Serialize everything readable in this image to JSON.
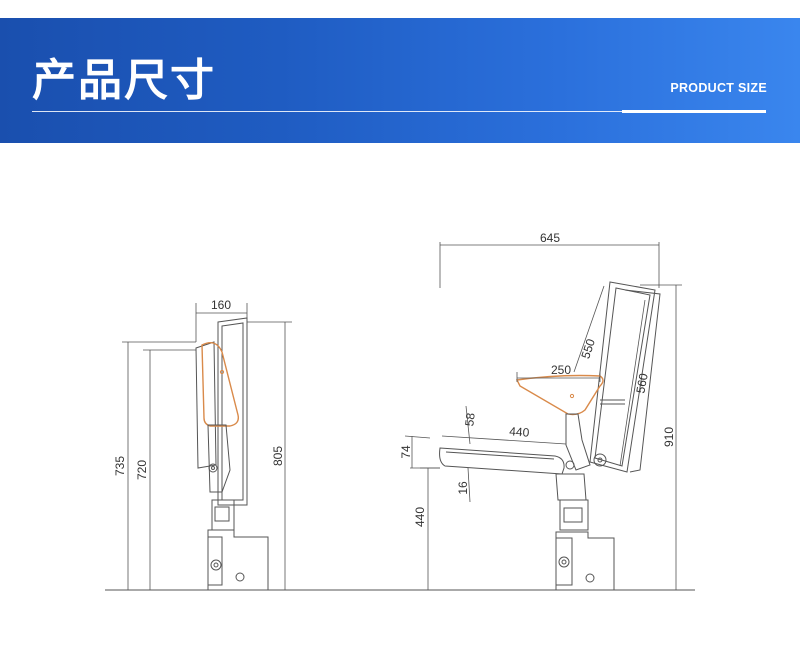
{
  "header": {
    "title": "产品尺寸",
    "subtitle": "PRODUCT SIZE"
  },
  "dimensions": {
    "side_folded": {
      "seat_depth": "160",
      "total_height": "735",
      "backrest_height": "720",
      "back_height": "805"
    },
    "side_open": {
      "overall_depth": "645",
      "back_length": "550",
      "back_panel": "560",
      "armrest": "250",
      "seat_depth": "440",
      "seat_angle_top": "58",
      "seat_thickness": "74",
      "seat_drop": "16",
      "seat_height": "440",
      "total_height": "910"
    }
  },
  "colors": {
    "banner_start": "#1a4fae",
    "banner_end": "#3a86ee",
    "armrest_outline": "#d98a4a",
    "line": "#555555"
  }
}
